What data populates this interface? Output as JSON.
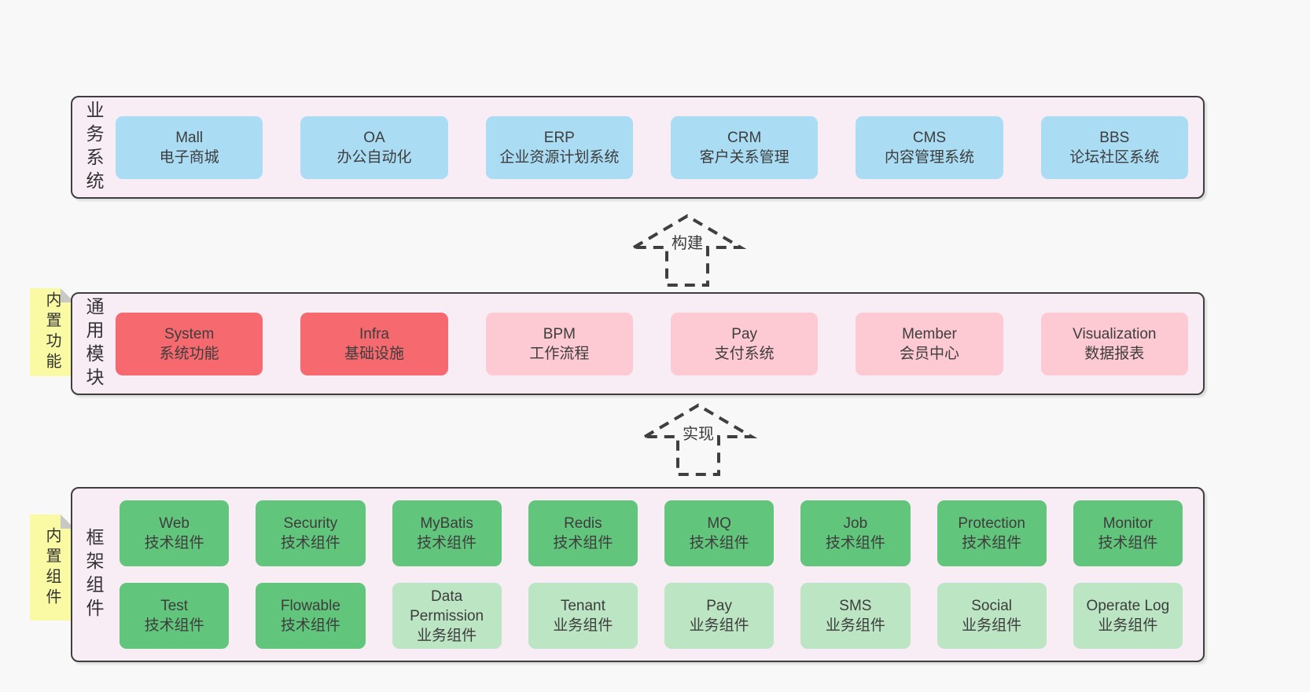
{
  "colors": {
    "pageBg": "#f8f8f8",
    "sectionBg": "#f8ecf5",
    "border": "#3f3f3f",
    "text": "#3d3d3d",
    "blue": "#aadcf4",
    "red": "#f5696f",
    "pink": "#fdc9d2",
    "green": "#62c57c",
    "lightgreen": "#bce5c4",
    "tabYellow": "#fafaa4",
    "fold": "#c8c8c8"
  },
  "arrows": [
    {
      "label": "构建"
    },
    {
      "label": "实现"
    }
  ],
  "sections": [
    {
      "label": "业务系统",
      "boxes": [
        {
          "title": "Mall",
          "subtitle": "电子商城"
        },
        {
          "title": "OA",
          "subtitle": "办公自动化"
        },
        {
          "title": "ERP",
          "subtitle": "企业资源计划系统"
        },
        {
          "title": "CRM",
          "subtitle": "客户关系管理"
        },
        {
          "title": "CMS",
          "subtitle": "内容管理系统"
        },
        {
          "title": "BBS",
          "subtitle": "论坛社区系统"
        }
      ]
    },
    {
      "label": "通用模块",
      "tab": "内置功能",
      "boxes": [
        {
          "title": "System",
          "subtitle": "系统功能"
        },
        {
          "title": "Infra",
          "subtitle": "基础设施"
        },
        {
          "title": "BPM",
          "subtitle": "工作流程"
        },
        {
          "title": "Pay",
          "subtitle": "支付系统"
        },
        {
          "title": "Member",
          "subtitle": "会员中心"
        },
        {
          "title": "Visualization",
          "subtitle": "数据报表"
        }
      ]
    },
    {
      "label": "框架组件",
      "tab": "内置组件",
      "rows": [
        [
          {
            "title": "Web",
            "subtitle": "技术组件"
          },
          {
            "title": "Security",
            "subtitle": "技术组件"
          },
          {
            "title": "MyBatis",
            "subtitle": "技术组件"
          },
          {
            "title": "Redis",
            "subtitle": "技术组件"
          },
          {
            "title": "MQ",
            "subtitle": "技术组件"
          },
          {
            "title": "Job",
            "subtitle": "技术组件"
          },
          {
            "title": "Protection",
            "subtitle": "技术组件"
          },
          {
            "title": "Monitor",
            "subtitle": "技术组件"
          }
        ],
        [
          {
            "title": "Test",
            "subtitle": "技术组件"
          },
          {
            "title": "Flowable",
            "subtitle": "技术组件"
          },
          {
            "title": "Data Permission",
            "subtitle": "业务组件"
          },
          {
            "title": "Tenant",
            "subtitle": "业务组件"
          },
          {
            "title": "Pay",
            "subtitle": "业务组件"
          },
          {
            "title": "SMS",
            "subtitle": "业务组件"
          },
          {
            "title": "Social",
            "subtitle": "业务组件"
          },
          {
            "title": "Operate Log",
            "subtitle": "业务组件"
          }
        ]
      ]
    }
  ]
}
